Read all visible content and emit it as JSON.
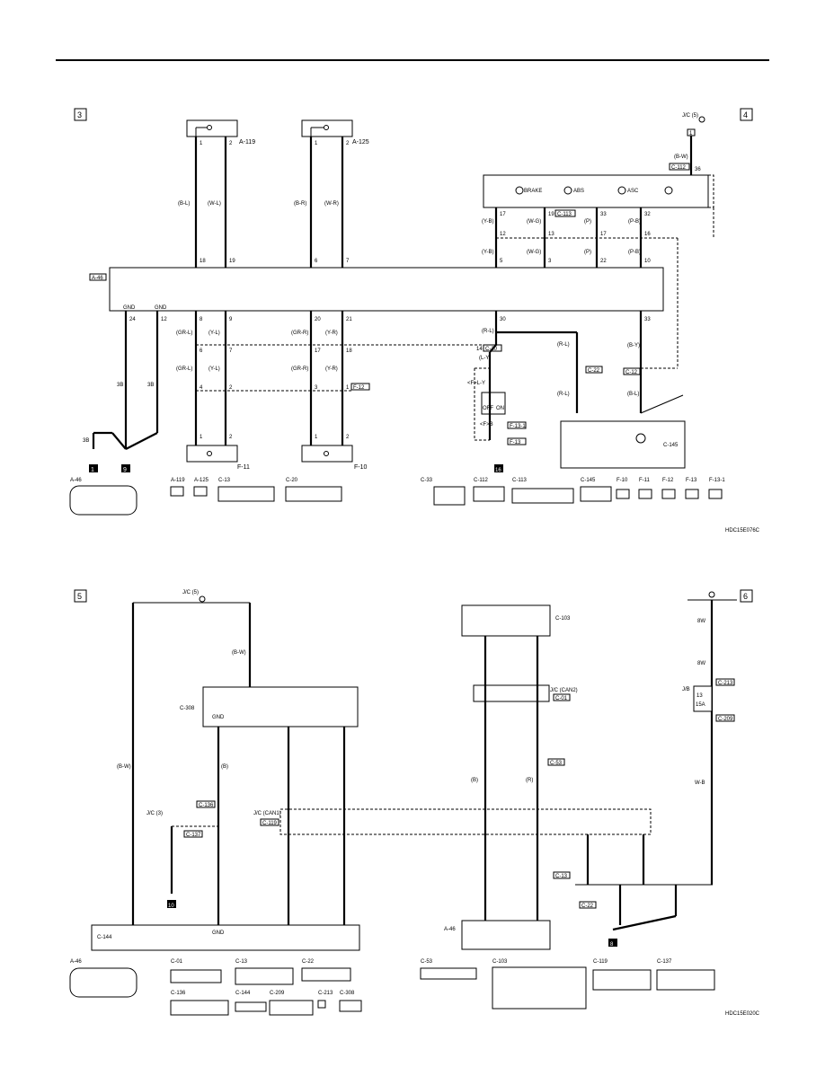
{
  "page": {
    "top_rule": true
  },
  "diagram1": {
    "section_left": "3",
    "section_right": "4",
    "jc_top": "J/C (5)",
    "jc_pin": "1",
    "ecu_label": "A-46",
    "c112_wire": "(B-W)",
    "c112_label": "C-112",
    "c112_pin": "36",
    "meter_items": [
      "BRAKE",
      "ABS",
      "ASC"
    ],
    "c113_label": "C-113",
    "a119_label": "A-119",
    "a125_label": "A-125",
    "col1": {
      "top_pin": "1",
      "wire": "(B-L)",
      "mid_pin": "18",
      "low_pin": "8",
      "low_wire": "(GR-L)",
      "jc_pin": "6",
      "f_wire": "(GR-L)",
      "f_pin": "4",
      "bot_pin": "1"
    },
    "col2": {
      "top_pin": "2",
      "wire": "(W-L)",
      "mid_pin": "19",
      "low_pin": "9",
      "low_wire": "(Y-L)",
      "jc_pin": "7",
      "f_wire": "(Y-L)",
      "f_pin": "2",
      "bot_pin": "2"
    },
    "col3": {
      "top_pin": "1",
      "wire": "(B-R)",
      "mid_pin": "6",
      "low_pin": "20",
      "low_wire": "(GR-R)",
      "jc_pin": "17",
      "f_wire": "(GR-R)",
      "f_pin": "3",
      "bot_pin": "1"
    },
    "col4": {
      "top_pin": "2",
      "wire": "(W-R)",
      "mid_pin": "7",
      "low_pin": "21",
      "low_wire": "(Y-R)",
      "jc_pin": "18",
      "f_wire": "(Y-R)",
      "f_pin": "1",
      "bot_pin": "2"
    },
    "meter_cols": [
      {
        "top_pin": "17",
        "wire": "(Y-B)",
        "mid_pin": "12",
        "ecu_pin": "5"
      },
      {
        "top_pin": "19",
        "wire": "(W-G)",
        "mid_pin": "13",
        "ecu_pin": "3"
      },
      {
        "top_pin": "33",
        "wire": "(P)",
        "mid_pin": "17",
        "ecu_pin": "22"
      },
      {
        "top_pin": "32",
        "wire": "(P-B)",
        "mid_pin": "16",
        "ecu_pin": "10"
      }
    ],
    "gnd": "GND",
    "gnd_pins": [
      "24",
      "12"
    ],
    "gnd_wire": "3B",
    "ground_labels": [
      "1",
      "9",
      "16"
    ],
    "ecu_low_pins": {
      "p30": "30",
      "p33": "33"
    },
    "c20_label": "C-20",
    "c20_pin": "14",
    "c22_label": "C-22",
    "c12_label": "C-12",
    "f12_label": "F-12",
    "f13_label": "F-13",
    "f131_label": "F-13-1",
    "f11_label": "F-11",
    "f10_label": "F-10",
    "c145_label": "C-145",
    "switch": {
      "off": "OFF",
      "on": "ON",
      "lbl": "<F>L-Y",
      "lbl2": "<F>B"
    },
    "wire_rl": "(R-L)",
    "wire_ly": "(L-Y)",
    "wire_by": "(B-Y)",
    "wire_bl": "(B-L)",
    "code": "HDC15E076C",
    "connectors": [
      "A-46",
      "A-119",
      "A-125",
      "C-13",
      "C-20",
      "C-33",
      "C-112",
      "C-113",
      "C-145",
      "F-10",
      "F-11",
      "F-12",
      "F-13",
      "F-13-1"
    ]
  },
  "diagram2": {
    "section_left": "5",
    "section_right": "6",
    "jc_top": "J/C (5)",
    "c308_label": "C-308",
    "c103_label": "C-103",
    "jc_can2": "J/C (CAN2)",
    "c01_label": "C-01",
    "jc_can1": "J/C (CAN1)",
    "c119_label": "C-119",
    "jc3": "J/C (3)",
    "c136_label": "C-136",
    "c137_label": "C-137",
    "c144_label": "C-144",
    "a46_label": "A-46",
    "c53_label": "C-53",
    "c13_label": "C-13",
    "c22_label": "C-22",
    "c213_label": "C-213",
    "c209_label": "C-209",
    "jb": "J/B",
    "fuse_no": "13",
    "fuse_amp": "15A",
    "wire_bw": "(B-W)",
    "wire_8w": "8W",
    "wire_wb": "W-B",
    "wire_b": "(B)",
    "wire_r": "(R)",
    "gnd": "GND",
    "code": "HDC15E020C",
    "ground_labels": [
      "10",
      "8"
    ],
    "connectors": [
      "A-46",
      "C-01",
      "C-13",
      "C-22",
      "C-136",
      "C-144",
      "C-209",
      "C-213",
      "C-308",
      "C-53",
      "C-103",
      "C-119",
      "C-137"
    ]
  }
}
